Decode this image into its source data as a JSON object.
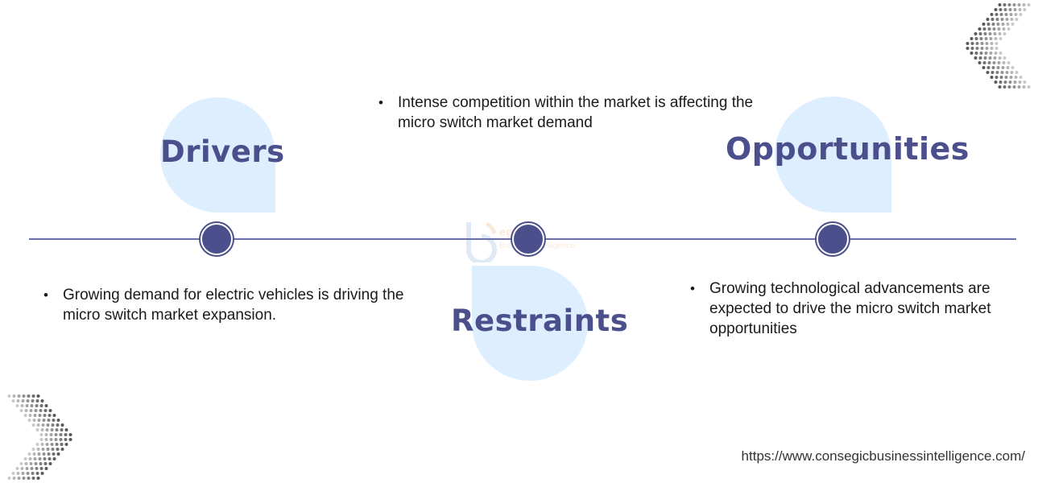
{
  "sections": {
    "drivers": {
      "title": "Drivers",
      "bullet": "Growing demand for electric vehicles is driving the micro switch market expansion."
    },
    "restraints": {
      "title": "Restraints",
      "bullet": "Intense competition within the market is affecting the micro switch market demand"
    },
    "opportunities": {
      "title": "Opportunities",
      "bullet": "Growing technological advancements are expected to drive the micro switch market opportunities"
    }
  },
  "watermark": {
    "name": "egic",
    "sub": "Business Intelligence"
  },
  "footer": {
    "url": "https://www.consegicbusinessintelligence.com/"
  },
  "colors": {
    "heading": "#4b4f8c",
    "blob": "#ddeeff",
    "node": "#4b4f8c",
    "line": "#6a6ea8"
  }
}
